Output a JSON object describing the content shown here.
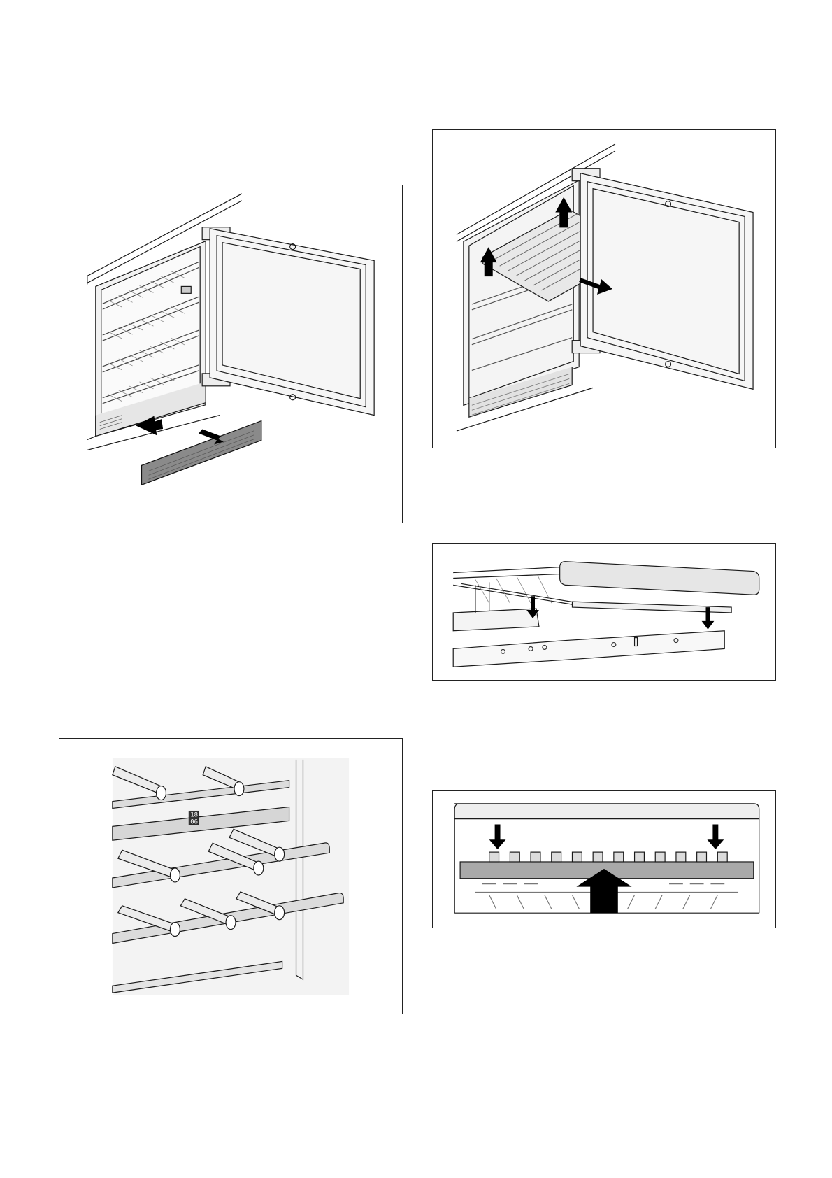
{
  "page": {
    "figures": [
      {
        "name": "fig-ventilation-grille-removal"
      },
      {
        "name": "fig-shelf-removal"
      },
      {
        "name": "fig-shelf-rails"
      },
      {
        "name": "fig-bottle-storage",
        "display": {
          "line1": "18",
          "line2": "06"
        }
      },
      {
        "name": "fig-shelf-insertion"
      }
    ]
  },
  "colors": {
    "line": "#1a1a1a",
    "frame": "#222222",
    "shade": "#d9d9d9",
    "shade_dark": "#9a9a9a",
    "arrow": "#000000",
    "display_bg": "#333333"
  }
}
